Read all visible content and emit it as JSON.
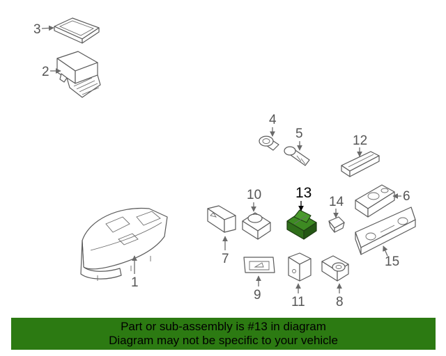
{
  "highlight_color": "#2c7a12",
  "highlighted_part": "13",
  "callouts": {
    "c1": "1",
    "c2": "2",
    "c3": "3",
    "c4": "4",
    "c5": "5",
    "c6": "6",
    "c7": "7",
    "c8": "8",
    "c9": "9",
    "c10": "10",
    "c11": "11",
    "c12": "12",
    "c13": "13",
    "c14": "14",
    "c15": "15"
  },
  "banner": {
    "line1": "Part or sub-assembly is #13 in diagram",
    "line2": "Diagram may not be specific to your vehicle"
  }
}
